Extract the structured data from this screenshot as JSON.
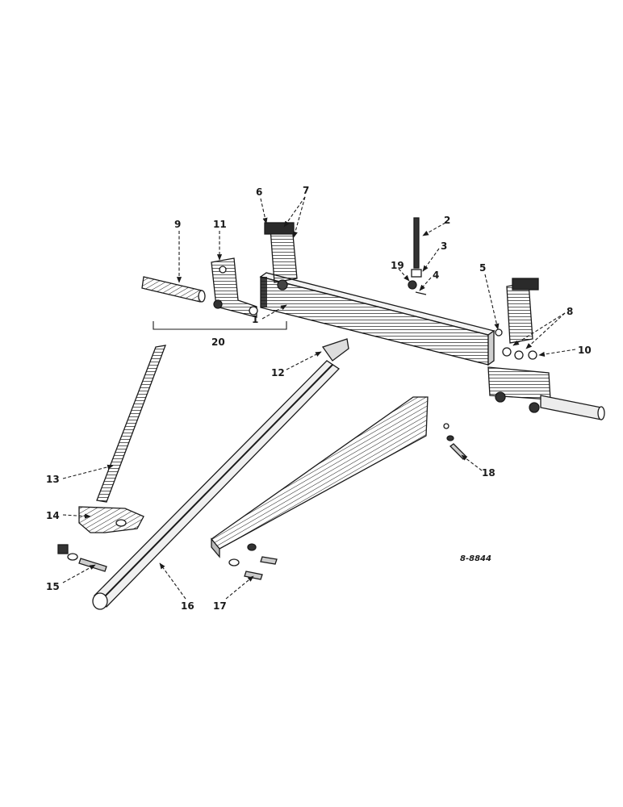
{
  "diagram": {
    "callouts": [
      "1",
      "2",
      "3",
      "4",
      "5",
      "6",
      "7",
      "8",
      "9",
      "10",
      "11",
      "12",
      "13",
      "14",
      "15",
      "16",
      "17",
      "18",
      "19",
      "20"
    ],
    "reference_code": "8-8844"
  },
  "colors": {
    "ink": "#1a1a1a",
    "paper": "#ffffff",
    "shade": "#8a8a8a"
  }
}
